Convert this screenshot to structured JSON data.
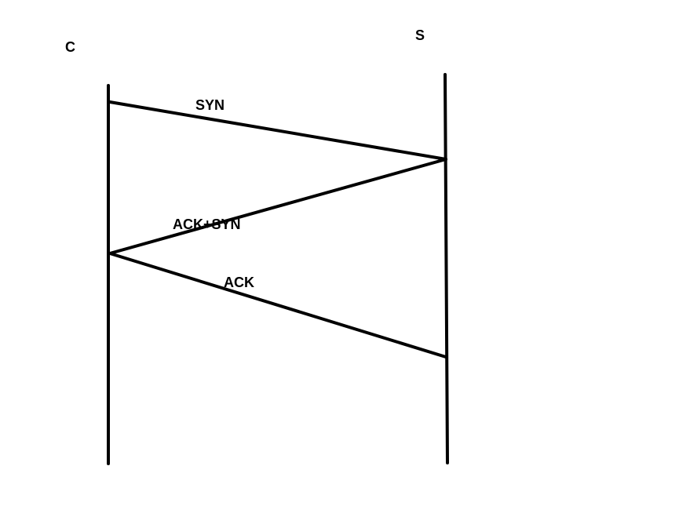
{
  "participants": {
    "client": {
      "label": "C"
    },
    "server": {
      "label": "S"
    }
  },
  "messages": [
    {
      "label": "SYN",
      "from": "client",
      "to": "server"
    },
    {
      "label": "ACK+SYN",
      "from": "server",
      "to": "client"
    },
    {
      "label": "ACK",
      "from": "client",
      "to": "server"
    }
  ],
  "colors": {
    "line": "#000000",
    "text": "#000000",
    "background": "#ffffff"
  }
}
